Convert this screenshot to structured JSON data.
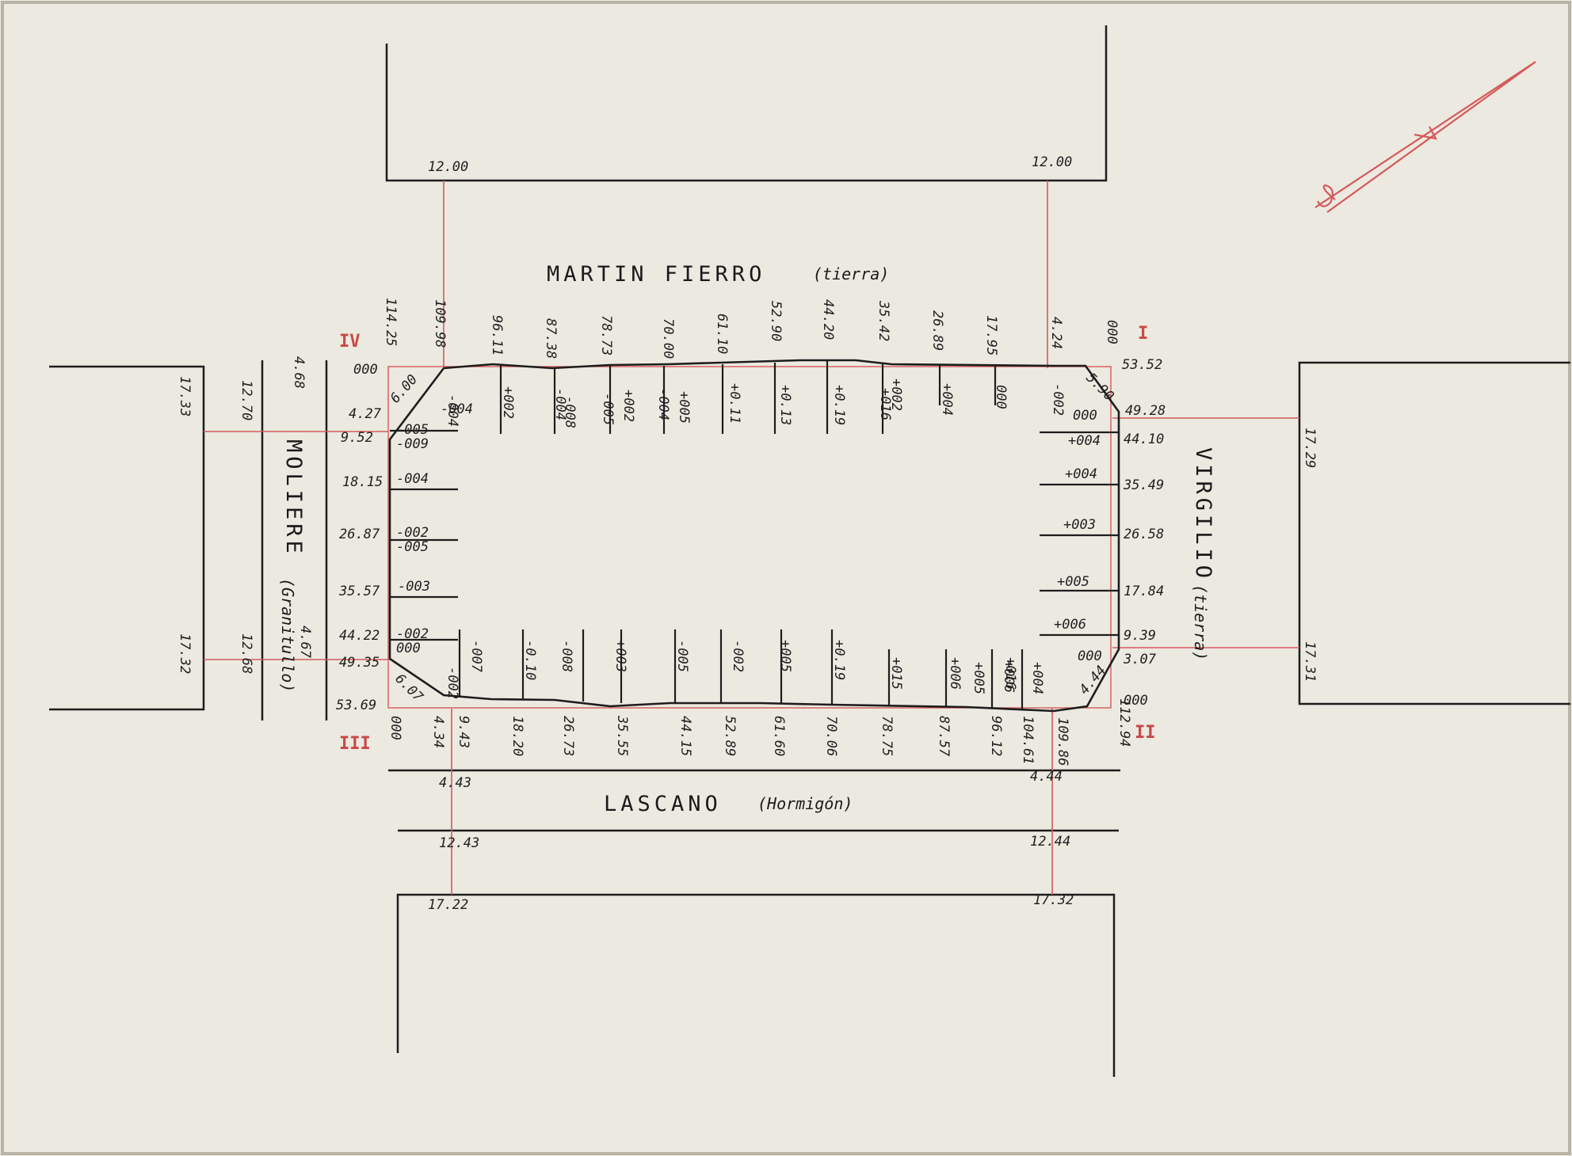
{
  "streets": {
    "north": {
      "name": "MARTIN FIERRO",
      "surface": "(tierra)"
    },
    "south": {
      "name": "LASCANO",
      "surface": "(Hormigón)"
    },
    "west": {
      "name": "MOLIERE",
      "surface": "(Granitullo)"
    },
    "east": {
      "name": "VIRGILIO",
      "surface": "(tierra)"
    }
  },
  "corners": {
    "I": "I",
    "II": "II",
    "III": "III",
    "IV": "IV"
  },
  "outer_offsets": {
    "top_left": "12.00",
    "top_right": "12.00",
    "left_top": "17.33",
    "left_bottom": "17.32",
    "right_top": "17.29",
    "right_bottom": "17.31",
    "bottom_left_1": "4.43",
    "bottom_left_2": "12.43",
    "bottom_left_3": "17.22",
    "bottom_right_1": "4.44",
    "bottom_right_2": "12.44",
    "bottom_right_3": "17.32",
    "west_inner_top": "12.70",
    "west_inner_bottom": "12.68",
    "west_curb_top": "4.68",
    "west_curb_bottom": "4.67"
  },
  "north_chainages": [
    "114.25",
    "109.98",
    "96.11",
    "87.38",
    "78.73",
    "70.00",
    "61.10",
    "52.90",
    "44.20",
    "35.42",
    "26.89",
    "17.95",
    "4.24",
    "000"
  ],
  "north_levels": [
    "-004",
    "+002",
    "-004",
    "-008",
    "-005",
    "+002",
    "-004",
    "+005",
    "+0.11",
    "+0.13",
    "+0.19",
    "+016",
    "+002",
    "+004",
    "000",
    "-002"
  ],
  "south_chainages": [
    "000",
    "4.34",
    "9.43",
    "18.20",
    "26.73",
    "35.55",
    "44.15",
    "52.89",
    "61.60",
    "70.06",
    "78.75",
    "87.57",
    "96.12",
    "104.61",
    "109.86",
    "112.94"
  ],
  "south_levels": [
    "-002",
    "-007",
    "-0.10",
    "-008",
    "+003",
    "-005",
    "-002",
    "+005",
    "+0.19",
    "+015",
    "+006",
    "+005",
    "+016",
    "+006",
    "+004"
  ],
  "west_chainages": [
    "000",
    "4.27",
    "9.52",
    "18.15",
    "26.87",
    "35.57",
    "44.22",
    "49.35",
    "53.69"
  ],
  "west_levels": [
    "-004",
    "-005",
    "-009",
    "-004",
    "-002",
    "-005",
    "-003",
    "-002",
    "000"
  ],
  "east_chainages": [
    "53.52",
    "49.28",
    "44.10",
    "35.49",
    "26.58",
    "17.84",
    "9.39",
    "3.07",
    "000"
  ],
  "east_levels": [
    "000",
    "+004",
    "+004",
    "+003",
    "+005",
    "+006",
    "000"
  ],
  "chamfers": {
    "nw": "6.00",
    "ne": "5.90",
    "sw": "6.07",
    "se": "4.44"
  },
  "colors": {
    "paper": "#ece9e1",
    "ink": "#1d1d1d",
    "red": "#d45a5a"
  }
}
